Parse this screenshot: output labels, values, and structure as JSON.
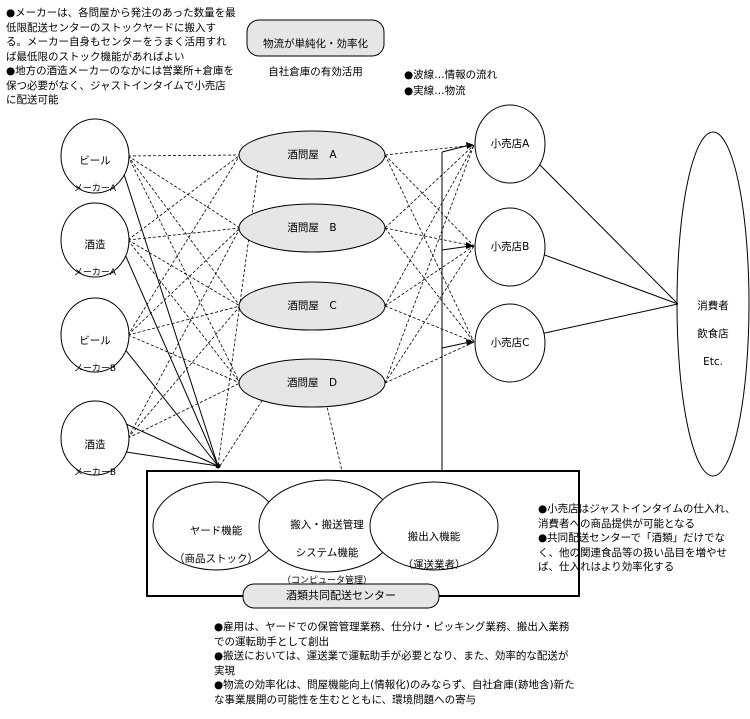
{
  "notes": {
    "top_left": "●メーカーは、各問屋から発注のあった数量を最低限配送センターのストックヤードに搬入する。メーカー自身もセンターをうまく活用すれば最低限のストック機能があればよい\n●地方の酒造メーカーのなかには営業所+倉庫を保つ必要がなく、ジャストインタイムで小売店に配送可能",
    "legend_1": "●波線…情報の流れ",
    "legend_2": "●実線…物流",
    "right": "●小売店はジャストインタイムの仕入れ、消費者への商品提供が可能となる\n●共同配送センターで「酒類」だけでなく、他の関連食品等の扱い品目を増やせば、仕入れはより効率化する",
    "bottom": "●雇用は、ヤードでの保管管理業務、仕分け・ピッキング業務、搬出入業務での運転助手として創出\n●搬送においては、運送業で運転助手が必要となり、また、効率的な配送が実現\n●物流の効率化は、問屋機能向上(情報化)のみならず、自社倉庫(跡地含)新たな事業展開の可能性を生むとともに、環境問題への寄与"
  },
  "title_box": {
    "line1": "物流が単純化・効率化",
    "line2": "自社倉庫の有効活用"
  },
  "makers": [
    {
      "line1": "ビール",
      "line2": "メーカーA"
    },
    {
      "line1": "酒造",
      "line2": "メーカーA"
    },
    {
      "line1": "ビール",
      "line2": "メーカーB"
    },
    {
      "line1": "酒造",
      "line2": "メーカーB"
    }
  ],
  "wholesalers": [
    "酒問屋　A",
    "酒問屋　B",
    "酒問屋　C",
    "酒問屋　D"
  ],
  "retailers": [
    "小売店A",
    "小売店B",
    "小売店C"
  ],
  "consumer": {
    "line1": "消費者",
    "line2": "飲食店",
    "line3": "Etc."
  },
  "center": {
    "name": "酒類共同配送センター",
    "yard": {
      "line1": "ヤード機能",
      "line2": "（商品ストック）"
    },
    "system": {
      "line1": "搬入・搬送管理",
      "line2": "システム機能",
      "line3": "（コンピュータ管理）"
    },
    "inout": {
      "line1": "搬出入機能",
      "line2": "（運送業者）"
    }
  }
}
